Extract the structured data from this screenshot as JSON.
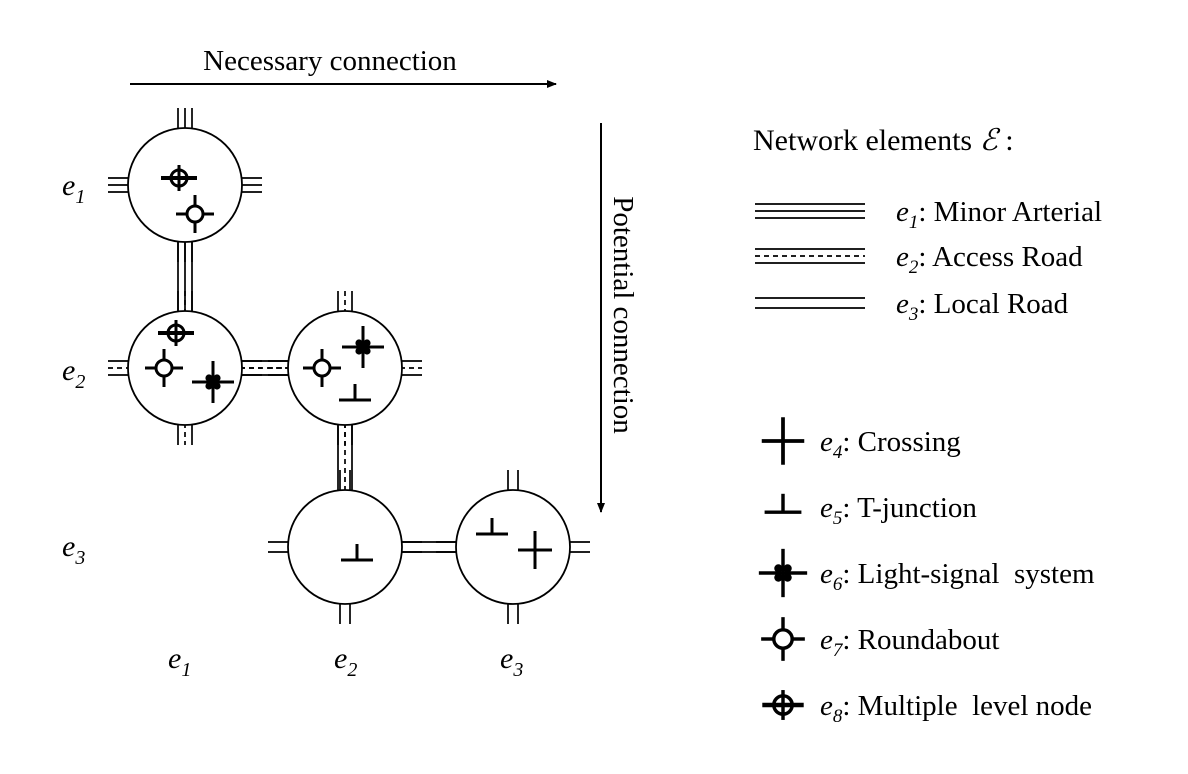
{
  "axes": {
    "horizontal_label": "Necessary connection",
    "vertical_label": "Potential connection"
  },
  "row_labels": [
    {
      "base": "e",
      "sub": "1"
    },
    {
      "base": "e",
      "sub": "2"
    },
    {
      "base": "e",
      "sub": "3"
    }
  ],
  "col_labels": [
    {
      "base": "e",
      "sub": "1"
    },
    {
      "base": "e",
      "sub": "2"
    },
    {
      "base": "e",
      "sub": "3"
    }
  ],
  "legend": {
    "title": "Network elements",
    "title_symbol": "ℰ",
    "title_suffix": " :",
    "roads": [
      {
        "id": "e1",
        "base": "e",
        "sub": "1",
        "label": ": Minor Arterial",
        "style": "triple"
      },
      {
        "id": "e2",
        "base": "e",
        "sub": "2",
        "label": ": Access Road",
        "style": "dashed-center"
      },
      {
        "id": "e3",
        "base": "e",
        "sub": "3",
        "label": ": Local Road",
        "style": "double"
      }
    ],
    "nodes": [
      {
        "id": "e4",
        "base": "e",
        "sub": "4",
        "label": ": Crossing",
        "icon": "crossing"
      },
      {
        "id": "e5",
        "base": "e",
        "sub": "5",
        "label": ": T-junction",
        "icon": "t-junction"
      },
      {
        "id": "e6",
        "base": "e",
        "sub": "6",
        "label": ": Light-signal  system",
        "icon": "light-signal"
      },
      {
        "id": "e7",
        "base": "e",
        "sub": "7",
        "label": ": Roundabout",
        "icon": "roundabout"
      },
      {
        "id": "e8",
        "base": "e",
        "sub": "8",
        "label": ": Multiple  level node",
        "icon": "multi-level"
      }
    ]
  },
  "matrix": [
    {
      "row": 1,
      "col": 1,
      "road": "triple",
      "nodes": [
        "multi-level",
        "roundabout"
      ]
    },
    {
      "row": 2,
      "col": 1,
      "road": "dashed-center",
      "nodes": [
        "multi-level",
        "roundabout",
        "light-signal"
      ]
    },
    {
      "row": 2,
      "col": 2,
      "road": "dashed-center",
      "nodes": [
        "roundabout",
        "light-signal",
        "t-junction"
      ]
    },
    {
      "row": 3,
      "col": 2,
      "road": "double",
      "nodes": [
        "t-junction"
      ]
    },
    {
      "row": 3,
      "col": 3,
      "road": "double",
      "nodes": [
        "t-junction",
        "crossing"
      ]
    }
  ]
}
